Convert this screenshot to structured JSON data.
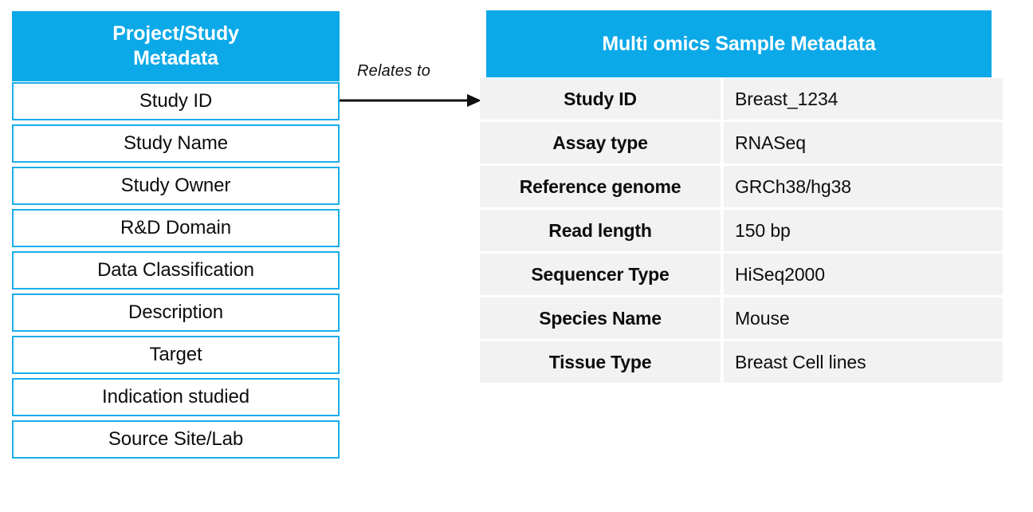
{
  "left_panel": {
    "header_line1": "Project/Study",
    "header_line2": "Metadata",
    "header_color": "#0CA9E8",
    "border_color": "#1BADEC",
    "items": [
      {
        "label": "Study ID"
      },
      {
        "label": "Study Name"
      },
      {
        "label": "Study Owner"
      },
      {
        "label": "R&D Domain"
      },
      {
        "label": "Data Classification"
      },
      {
        "label": "Description"
      },
      {
        "label": "Target"
      },
      {
        "label": "Indication studied"
      },
      {
        "label": "Source Site/Lab"
      }
    ]
  },
  "relation": {
    "label": "Relates to",
    "arrow_icon": "arrow-right-icon",
    "color": "#111111"
  },
  "right_panel": {
    "header": "Multi omics Sample Metadata",
    "header_color": "#0CA9E8",
    "row_background": "#F2F2F2",
    "rows": [
      {
        "field": "Study ID",
        "value": "Breast_1234"
      },
      {
        "field": "Assay type",
        "value": "RNASeq"
      },
      {
        "field": "Reference genome",
        "value": "GRCh38/hg38"
      },
      {
        "field": "Read length",
        "value": "150 bp"
      },
      {
        "field": "Sequencer Type",
        "value": "HiSeq2000"
      },
      {
        "field": "Species Name",
        "value": "Mouse"
      },
      {
        "field": "Tissue Type",
        "value": "Breast Cell lines"
      }
    ]
  }
}
